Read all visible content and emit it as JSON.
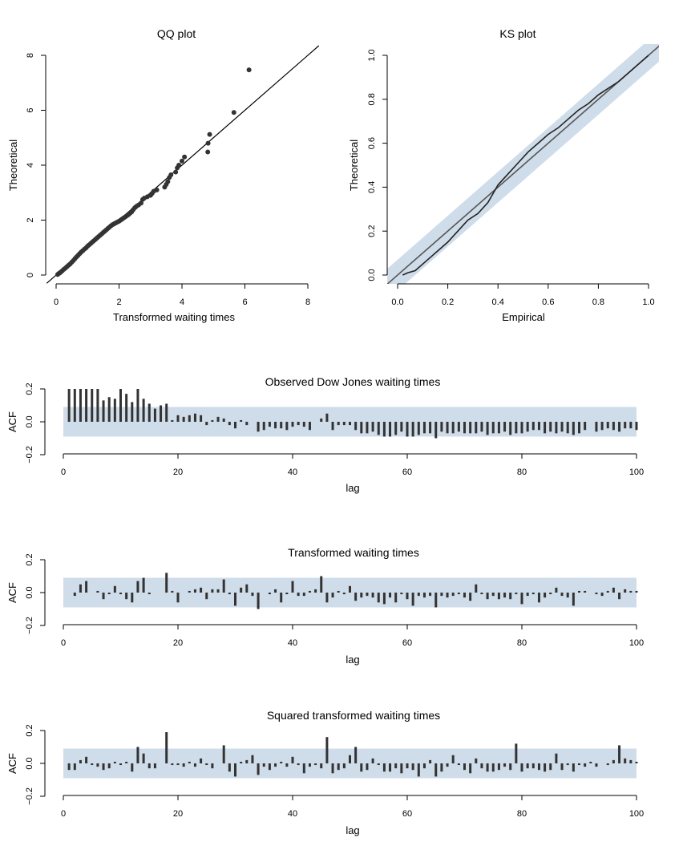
{
  "chart_data": [
    {
      "id": "qq",
      "type": "scatter",
      "title": "QQ plot",
      "xlabel": "Transformed waiting times",
      "ylabel": "Theoretical",
      "xlim": [
        0,
        8
      ],
      "ylim": [
        0,
        8
      ],
      "xticks": [
        "0",
        "2",
        "4",
        "6",
        "8"
      ],
      "yticks": [
        "0",
        "2",
        "4",
        "6",
        "8"
      ],
      "reference_line": "y = x",
      "points": [
        [
          0.05,
          0.02
        ],
        [
          0.08,
          0.05
        ],
        [
          0.12,
          0.08
        ],
        [
          0.15,
          0.11
        ],
        [
          0.2,
          0.16
        ],
        [
          0.25,
          0.21
        ],
        [
          0.3,
          0.26
        ],
        [
          0.35,
          0.31
        ],
        [
          0.4,
          0.36
        ],
        [
          0.45,
          0.41
        ],
        [
          0.5,
          0.47
        ],
        [
          0.55,
          0.53
        ],
        [
          0.6,
          0.6
        ],
        [
          0.65,
          0.66
        ],
        [
          0.7,
          0.72
        ],
        [
          0.75,
          0.78
        ],
        [
          0.8,
          0.84
        ],
        [
          0.85,
          0.89
        ],
        [
          0.9,
          0.94
        ],
        [
          0.95,
          0.99
        ],
        [
          1.0,
          1.05
        ],
        [
          1.05,
          1.1
        ],
        [
          1.1,
          1.15
        ],
        [
          1.15,
          1.2
        ],
        [
          1.2,
          1.25
        ],
        [
          1.25,
          1.3
        ],
        [
          1.3,
          1.35
        ],
        [
          1.35,
          1.4
        ],
        [
          1.4,
          1.45
        ],
        [
          1.45,
          1.5
        ],
        [
          1.5,
          1.55
        ],
        [
          1.55,
          1.6
        ],
        [
          1.6,
          1.65
        ],
        [
          1.65,
          1.7
        ],
        [
          1.7,
          1.75
        ],
        [
          1.75,
          1.8
        ],
        [
          1.8,
          1.84
        ],
        [
          1.85,
          1.87
        ],
        [
          1.9,
          1.9
        ],
        [
          1.95,
          1.93
        ],
        [
          2.0,
          1.96
        ],
        [
          2.05,
          2.0
        ],
        [
          2.1,
          2.04
        ],
        [
          2.15,
          2.08
        ],
        [
          2.2,
          2.12
        ],
        [
          2.25,
          2.16
        ],
        [
          2.3,
          2.2
        ],
        [
          2.35,
          2.25
        ],
        [
          2.4,
          2.3
        ],
        [
          2.45,
          2.38
        ],
        [
          2.5,
          2.45
        ],
        [
          2.55,
          2.5
        ],
        [
          2.62,
          2.55
        ],
        [
          2.7,
          2.62
        ],
        [
          2.75,
          2.75
        ],
        [
          2.8,
          2.8
        ],
        [
          2.9,
          2.85
        ],
        [
          3.0,
          2.9
        ],
        [
          3.05,
          2.97
        ],
        [
          3.1,
          3.05
        ],
        [
          3.2,
          3.1
        ],
        [
          3.45,
          3.2
        ],
        [
          3.5,
          3.3
        ],
        [
          3.55,
          3.4
        ],
        [
          3.6,
          3.55
        ],
        [
          3.65,
          3.65
        ],
        [
          3.8,
          3.75
        ],
        [
          3.85,
          3.9
        ],
        [
          3.9,
          4.0
        ],
        [
          4.0,
          4.15
        ],
        [
          4.08,
          4.3
        ],
        [
          4.82,
          4.48
        ],
        [
          4.83,
          4.8
        ],
        [
          4.88,
          5.12
        ],
        [
          5.65,
          5.92
        ],
        [
          6.13,
          7.47
        ]
      ]
    },
    {
      "id": "ks",
      "type": "line",
      "title": "KS plot",
      "xlabel": "Empirical",
      "ylabel": "Theoretical",
      "xlim": [
        0,
        1
      ],
      "ylim": [
        0,
        1
      ],
      "xticks": [
        "0.0",
        "0.2",
        "0.4",
        "0.6",
        "0.8",
        "1.0"
      ],
      "yticks": [
        "0.0",
        "0.2",
        "0.4",
        "0.6",
        "0.8",
        "1.0"
      ],
      "confidence_band_halfwidth": 0.07,
      "reference_line": "y = x",
      "curve": [
        [
          0.02,
          0.0
        ],
        [
          0.04,
          0.01
        ],
        [
          0.07,
          0.02
        ],
        [
          0.1,
          0.05
        ],
        [
          0.13,
          0.08
        ],
        [
          0.16,
          0.11
        ],
        [
          0.2,
          0.15
        ],
        [
          0.24,
          0.2
        ],
        [
          0.28,
          0.25
        ],
        [
          0.32,
          0.28
        ],
        [
          0.36,
          0.33
        ],
        [
          0.4,
          0.41
        ],
        [
          0.44,
          0.46
        ],
        [
          0.48,
          0.51
        ],
        [
          0.52,
          0.56
        ],
        [
          0.56,
          0.6
        ],
        [
          0.6,
          0.64
        ],
        [
          0.64,
          0.67
        ],
        [
          0.68,
          0.71
        ],
        [
          0.72,
          0.75
        ],
        [
          0.76,
          0.78
        ],
        [
          0.8,
          0.82
        ],
        [
          0.84,
          0.85
        ],
        [
          0.88,
          0.88
        ],
        [
          0.92,
          0.92
        ],
        [
          0.96,
          0.96
        ],
        [
          1.0,
          1.0
        ]
      ]
    },
    {
      "id": "acf1",
      "type": "bar",
      "title": "Observed Dow Jones waiting times",
      "xlabel": "lag",
      "ylabel": "ACF",
      "xlim": [
        0,
        100
      ],
      "ylim": [
        -0.2,
        0.2
      ],
      "xticks": [
        "0",
        "20",
        "40",
        "60",
        "80",
        "100"
      ],
      "yticks": [
        "−0.2",
        "0.0",
        "0.2"
      ],
      "confidence_band": 0.09,
      "lags": [
        1,
        2,
        3,
        4,
        5,
        6,
        7,
        8,
        9,
        10,
        11,
        12,
        13,
        14,
        15,
        16,
        17,
        18,
        19,
        20,
        21,
        22,
        23,
        24,
        25,
        26,
        27,
        28,
        29,
        30,
        31,
        32,
        33,
        34,
        35,
        36,
        37,
        38,
        39,
        40,
        41,
        42,
        43,
        44,
        45,
        46,
        47,
        48,
        49,
        50,
        51,
        52,
        53,
        54,
        55,
        56,
        57,
        58,
        59,
        60,
        61,
        62,
        63,
        64,
        65,
        66,
        67,
        68,
        69,
        70,
        71,
        72,
        73,
        74,
        75,
        76,
        77,
        78,
        79,
        80,
        81,
        82,
        83,
        84,
        85,
        86,
        87,
        88,
        89,
        90,
        91,
        92,
        93,
        94,
        95,
        96,
        97,
        98,
        99,
        100
      ],
      "values": [
        0.2,
        0.2,
        0.2,
        0.2,
        0.2,
        0.2,
        0.13,
        0.15,
        0.14,
        0.2,
        0.17,
        0.12,
        0.2,
        0.14,
        0.11,
        0.08,
        0.1,
        0.11,
        0.01,
        0.04,
        0.03,
        0.04,
        0.05,
        0.04,
        -0.02,
        0.01,
        0.03,
        0.02,
        -0.02,
        -0.04,
        0.01,
        -0.02,
        0.0,
        -0.06,
        -0.05,
        -0.03,
        -0.04,
        -0.04,
        -0.05,
        -0.03,
        -0.02,
        -0.03,
        -0.05,
        0.0,
        0.02,
        0.05,
        -0.05,
        -0.02,
        -0.02,
        -0.02,
        -0.05,
        -0.07,
        -0.07,
        -0.06,
        -0.08,
        -0.09,
        -0.09,
        -0.08,
        -0.06,
        -0.09,
        -0.09,
        -0.08,
        -0.07,
        -0.07,
        -0.1,
        -0.06,
        -0.07,
        -0.07,
        -0.06,
        -0.07,
        -0.07,
        -0.07,
        -0.06,
        -0.08,
        -0.07,
        -0.07,
        -0.06,
        -0.08,
        -0.07,
        -0.07,
        -0.06,
        -0.05,
        -0.05,
        -0.07,
        -0.06,
        -0.07,
        -0.06,
        -0.07,
        -0.08,
        -0.07,
        -0.05,
        0.0,
        -0.06,
        -0.05,
        -0.04,
        -0.05,
        -0.06,
        -0.04,
        -0.04,
        -0.05
      ]
    },
    {
      "id": "acf2",
      "type": "bar",
      "title": "Transformed waiting times",
      "xlabel": "lag",
      "ylabel": "ACF",
      "xlim": [
        0,
        100
      ],
      "ylim": [
        -0.2,
        0.2
      ],
      "xticks": [
        "0",
        "20",
        "40",
        "60",
        "80",
        "100"
      ],
      "yticks": [
        "−0.2",
        "0.0",
        "0.2"
      ],
      "confidence_band": 0.09,
      "lags": [
        1,
        2,
        3,
        4,
        5,
        6,
        7,
        8,
        9,
        10,
        11,
        12,
        13,
        14,
        15,
        16,
        17,
        18,
        19,
        20,
        21,
        22,
        23,
        24,
        25,
        26,
        27,
        28,
        29,
        30,
        31,
        32,
        33,
        34,
        35,
        36,
        37,
        38,
        39,
        40,
        41,
        42,
        43,
        44,
        45,
        46,
        47,
        48,
        49,
        50,
        51,
        52,
        53,
        54,
        55,
        56,
        57,
        58,
        59,
        60,
        61,
        62,
        63,
        64,
        65,
        66,
        67,
        68,
        69,
        70,
        71,
        72,
        73,
        74,
        75,
        76,
        77,
        78,
        79,
        80,
        81,
        82,
        83,
        84,
        85,
        86,
        87,
        88,
        89,
        90,
        91,
        92,
        93,
        94,
        95,
        96,
        97,
        98,
        99,
        100
      ],
      "values": [
        0.0,
        -0.02,
        0.05,
        0.07,
        0.0,
        0.01,
        -0.04,
        -0.01,
        0.04,
        -0.01,
        -0.04,
        -0.06,
        0.07,
        0.09,
        -0.01,
        0.0,
        0.0,
        0.12,
        0.01,
        -0.06,
        0.0,
        0.01,
        0.02,
        0.03,
        -0.04,
        0.02,
        0.02,
        0.08,
        -0.01,
        -0.08,
        0.03,
        0.05,
        -0.02,
        -0.1,
        0.0,
        -0.01,
        0.02,
        -0.06,
        -0.01,
        0.07,
        -0.02,
        -0.02,
        0.01,
        0.02,
        0.1,
        -0.06,
        -0.03,
        0.01,
        -0.01,
        0.04,
        -0.05,
        -0.03,
        -0.02,
        -0.03,
        -0.06,
        -0.07,
        -0.03,
        -0.06,
        -0.01,
        -0.04,
        -0.08,
        -0.02,
        -0.03,
        -0.02,
        -0.09,
        -0.02,
        -0.03,
        -0.02,
        -0.01,
        -0.03,
        -0.05,
        0.05,
        -0.01,
        -0.04,
        -0.02,
        -0.04,
        -0.03,
        -0.04,
        -0.01,
        -0.07,
        -0.02,
        -0.01,
        -0.06,
        -0.03,
        -0.01,
        0.03,
        -0.02,
        -0.03,
        -0.08,
        0.01,
        0.01,
        0.0,
        -0.01,
        -0.02,
        0.01,
        0.03,
        -0.04,
        0.02,
        0.01,
        0.01
      ]
    },
    {
      "id": "acf3",
      "type": "bar",
      "title": "Squared transformed waiting times",
      "xlabel": "lag",
      "ylabel": "ACF",
      "xlim": [
        0,
        100
      ],
      "ylim": [
        -0.2,
        0.2
      ],
      "xticks": [
        "0",
        "20",
        "40",
        "60",
        "80",
        "100"
      ],
      "yticks": [
        "−0.2",
        "0.0",
        "0.2"
      ],
      "confidence_band": 0.09,
      "lags": [
        1,
        2,
        3,
        4,
        5,
        6,
        7,
        8,
        9,
        10,
        11,
        12,
        13,
        14,
        15,
        16,
        17,
        18,
        19,
        20,
        21,
        22,
        23,
        24,
        25,
        26,
        27,
        28,
        29,
        30,
        31,
        32,
        33,
        34,
        35,
        36,
        37,
        38,
        39,
        40,
        41,
        42,
        43,
        44,
        45,
        46,
        47,
        48,
        49,
        50,
        51,
        52,
        53,
        54,
        55,
        56,
        57,
        58,
        59,
        60,
        61,
        62,
        63,
        64,
        65,
        66,
        67,
        68,
        69,
        70,
        71,
        72,
        73,
        74,
        75,
        76,
        77,
        78,
        79,
        80,
        81,
        82,
        83,
        84,
        85,
        86,
        87,
        88,
        89,
        90,
        91,
        92,
        93,
        94,
        95,
        96,
        97,
        98,
        99,
        100
      ],
      "values": [
        -0.04,
        -0.04,
        0.02,
        0.04,
        -0.01,
        -0.02,
        -0.04,
        -0.03,
        0.01,
        -0.01,
        0.01,
        -0.05,
        0.1,
        0.06,
        -0.03,
        -0.03,
        0.0,
        0.19,
        -0.01,
        -0.01,
        -0.02,
        0.01,
        -0.02,
        0.03,
        -0.01,
        -0.03,
        0.0,
        0.11,
        -0.05,
        -0.08,
        0.01,
        0.02,
        0.05,
        -0.07,
        -0.02,
        -0.04,
        -0.02,
        0.01,
        -0.02,
        0.04,
        -0.01,
        -0.06,
        -0.02,
        -0.01,
        -0.03,
        0.16,
        -0.06,
        -0.04,
        -0.03,
        0.05,
        0.1,
        -0.05,
        -0.04,
        0.03,
        -0.01,
        -0.05,
        -0.05,
        -0.03,
        -0.06,
        -0.03,
        -0.04,
        -0.08,
        -0.03,
        0.02,
        -0.08,
        -0.05,
        -0.02,
        0.05,
        -0.01,
        -0.04,
        -0.06,
        0.03,
        -0.03,
        -0.05,
        -0.05,
        -0.04,
        -0.02,
        -0.04,
        0.12,
        -0.05,
        -0.03,
        -0.03,
        -0.04,
        -0.05,
        -0.04,
        0.06,
        -0.04,
        -0.01,
        -0.05,
        -0.01,
        -0.02,
        0.01,
        -0.02,
        0.0,
        -0.01,
        0.02,
        0.11,
        0.03,
        0.02,
        0.01
      ]
    }
  ]
}
